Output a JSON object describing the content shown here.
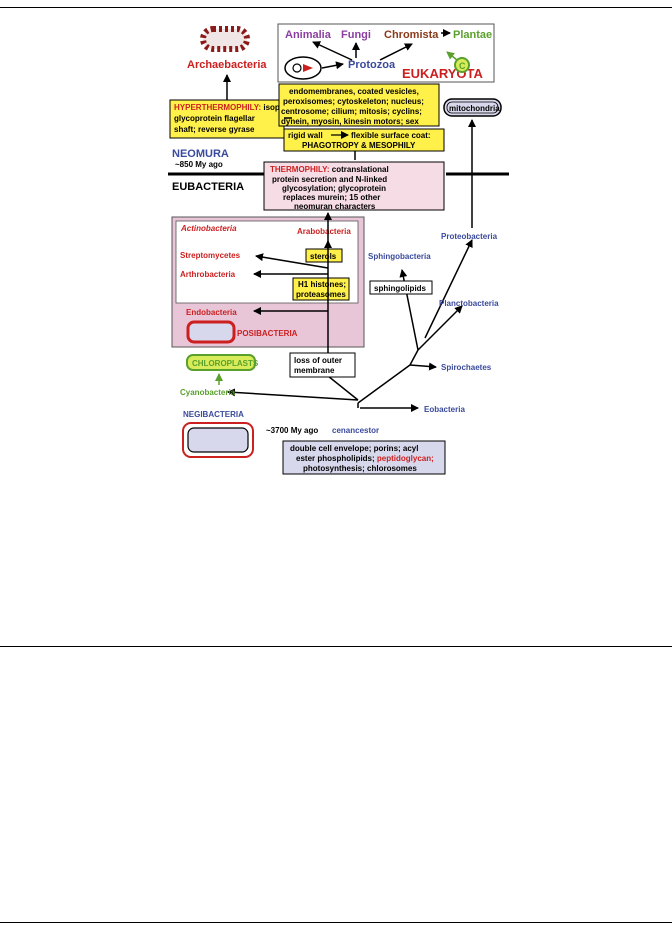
{
  "colors": {
    "red": "#cc1f1f",
    "dark_red": "#8b1a1a",
    "blue": "#3a4a9c",
    "steel_blue": "#4a5aa8",
    "purple": "#8a3ea0",
    "brown": "#8b3a1a",
    "green": "#5aa02c",
    "yellow_box": "#fff04a",
    "pink_box": "#f6dce4",
    "posi_panel": "#e8c6d8",
    "cell_fill": "#d8d8ec"
  },
  "diagram": {
    "eukaryota": {
      "animalia": "Animalia",
      "fungi": "Fungi",
      "chromista": "Chromista",
      "plantae": "Plantae",
      "protozoa": "Protozoa",
      "title": "EUKARYOTA",
      "chloroplast_symbol": "C"
    },
    "archaebacteria": "Archaebacteria",
    "hyperthermophily": {
      "heading": "HYPERTHERMOPHILY:",
      "text1": " isoprenoid ether lipids;",
      "text2": "glycoprotein flagellar",
      "text3": "shaft; reverse gyrase"
    },
    "endomembranes": [
      "endomembranes, coated vesicles,",
      "peroxisomes; cytoskeleton; nucleus;",
      "centrosome; cilium; mitosis;  cyclins;",
      "dynein, myosin, kinesin motors;  sex"
    ],
    "mitochondria": "mitochondria",
    "rigid_wall": {
      "left": "rigid wall",
      "right": "flexible surface coat:",
      "line2": "PHAGOTROPY  & MESOPHILY"
    },
    "neomura": "NEOMURA",
    "neomura_age": "~850 My ago",
    "eubacteria": "EUBACTERIA",
    "thermophily": {
      "heading": "THERMOPHILY:",
      "text1": " cotranslational",
      "lines": [
        "protein secretion and N-linked",
        "glycosylation; glycoprotein",
        "replaces murein; 15 other",
        "neomuran characters"
      ]
    },
    "posibacteria": {
      "actinobacteria": "Actinobacteria",
      "arabobacteria": "Arabobacteria",
      "streptomycetes": "Streptomycetes",
      "sterols": "sterols",
      "arthrobacteria": "Arthrobacteria",
      "h1_line1": "H1 histones;",
      "h1_line2": "proteasomes",
      "endobacteria": "Endobacteria",
      "label": "POSIBACTERIA"
    },
    "sphingobacteria": "Sphingobacteria",
    "sphingolipids": "sphingolipids",
    "proteobacteria": "Proteobacteria",
    "planctobacteria": "Planctobacteria",
    "spirochaetes": "Spirochaetes",
    "eobacteria": "Eobacteria",
    "chloroplasts": "CHLOROPLASTS",
    "cyanobacteria": "Cyanobacteria",
    "loss_outer": [
      "loss of outer",
      "membrane"
    ],
    "negibacteria": "NEGIBACTERIA",
    "cenancestor_age": "~3700 My ago",
    "cenancestor": "cenancestor",
    "double_envelope": {
      "line1": "double cell envelope; porins; acyl",
      "line2a": "ester phospholipids; ",
      "line2b": "peptidoglycan;",
      "line3": "photosynthesis; chlorosomes"
    }
  }
}
